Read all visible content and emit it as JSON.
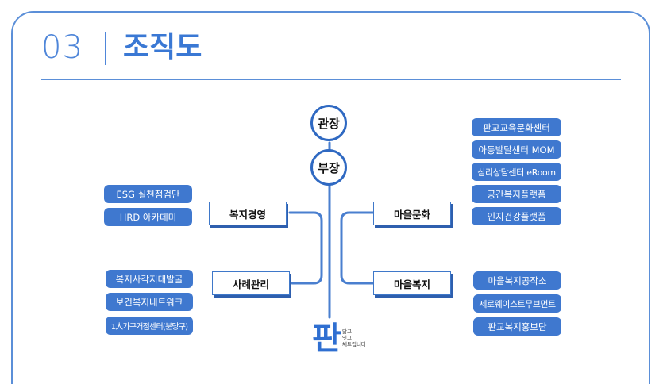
{
  "header": {
    "number": "03",
    "title": "조직도"
  },
  "center": {
    "director": "관장",
    "deputy": "부장"
  },
  "departments": {
    "welfare_mgmt": "복지경영",
    "case_mgmt": "사례관리",
    "village_culture": "마을문화",
    "village_welfare": "마을복지"
  },
  "left_top_items": [
    "ESG 실천점검단",
    "HRD 아카데미"
  ],
  "left_bottom_items": [
    "복지사각지대발굴",
    "보건복지네트워크",
    "1人가구거점센터(분당구)"
  ],
  "right_top_items": [
    "판교교육문화센터",
    "아동발달센터 MOM",
    "심리상담센터 eRoom",
    "공간복지플랫폼",
    "인지건강플랫폼"
  ],
  "right_bottom_items": [
    "마을복지공작소",
    "제로웨이스트무브먼트",
    "판교복지홍보단"
  ],
  "logo": {
    "mark": "판",
    "sub": [
      "닮고",
      "잇고",
      "체트립니다"
    ]
  },
  "colors": {
    "accent": "#3f78cf",
    "frame": "#5b8fd8",
    "line": "#4a7fcf"
  }
}
